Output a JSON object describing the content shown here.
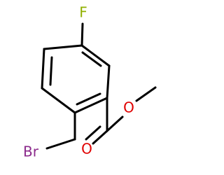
{
  "molecule": {
    "atoms": {
      "fluorine": {
        "symbol": "F",
        "color": "#90b000"
      },
      "bromine": {
        "symbol": "Br",
        "color": "#8b2a8b"
      },
      "carbonyl_oxygen": {
        "symbol": "O",
        "color": "#e00000"
      },
      "ester_oxygen": {
        "symbol": "O",
        "color": "#e00000"
      }
    },
    "bond_color": "#000000"
  }
}
